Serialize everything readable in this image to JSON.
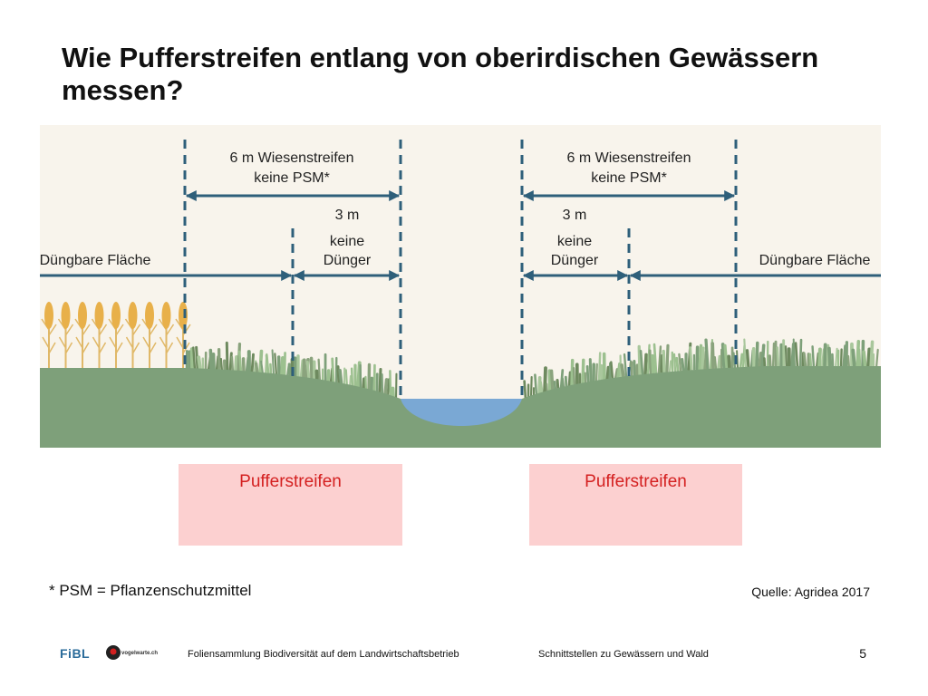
{
  "title": "Wie Pufferstreifen entlang von oberirdischen Gewässern messen?",
  "diagram": {
    "left_strip_line1": "6 m Wiesenstreifen",
    "left_strip_line2": "keine PSM*",
    "left_3m": "3 m",
    "left_nofert_line1": "keine",
    "left_nofert_line2": "Dünger",
    "left_field": "Düngbare Fläche",
    "right_strip_line1": "6 m Wiesenstreifen",
    "right_strip_line2": "keine PSM*",
    "right_3m": "3 m",
    "right_nofert_line1": "keine",
    "right_nofert_line2": "Dünger",
    "right_field": "Düngbare Fläche"
  },
  "boxes": {
    "left": "Pufferstreifen",
    "right": "Pufferstreifen"
  },
  "footnote": "* PSM = Pflanzenschutzmittel",
  "source": "Quelle: Agridea 2017",
  "footer": {
    "logo_fibl": "FiBL",
    "logo_vogelwarte": "vogelwarte.ch",
    "left": "Foliensammlung Biodiversität auf dem Landwirtschaftsbetrieb",
    "center": "Schnittstellen zu Gewässern und Wald",
    "page": "5"
  },
  "colors": {
    "arrow": "#2e5f7a",
    "ground": "#7ea07a",
    "water": "#7aa8d4",
    "box": "#fcd0d0",
    "box_text": "#d42020",
    "background": "#f8f4ec"
  }
}
